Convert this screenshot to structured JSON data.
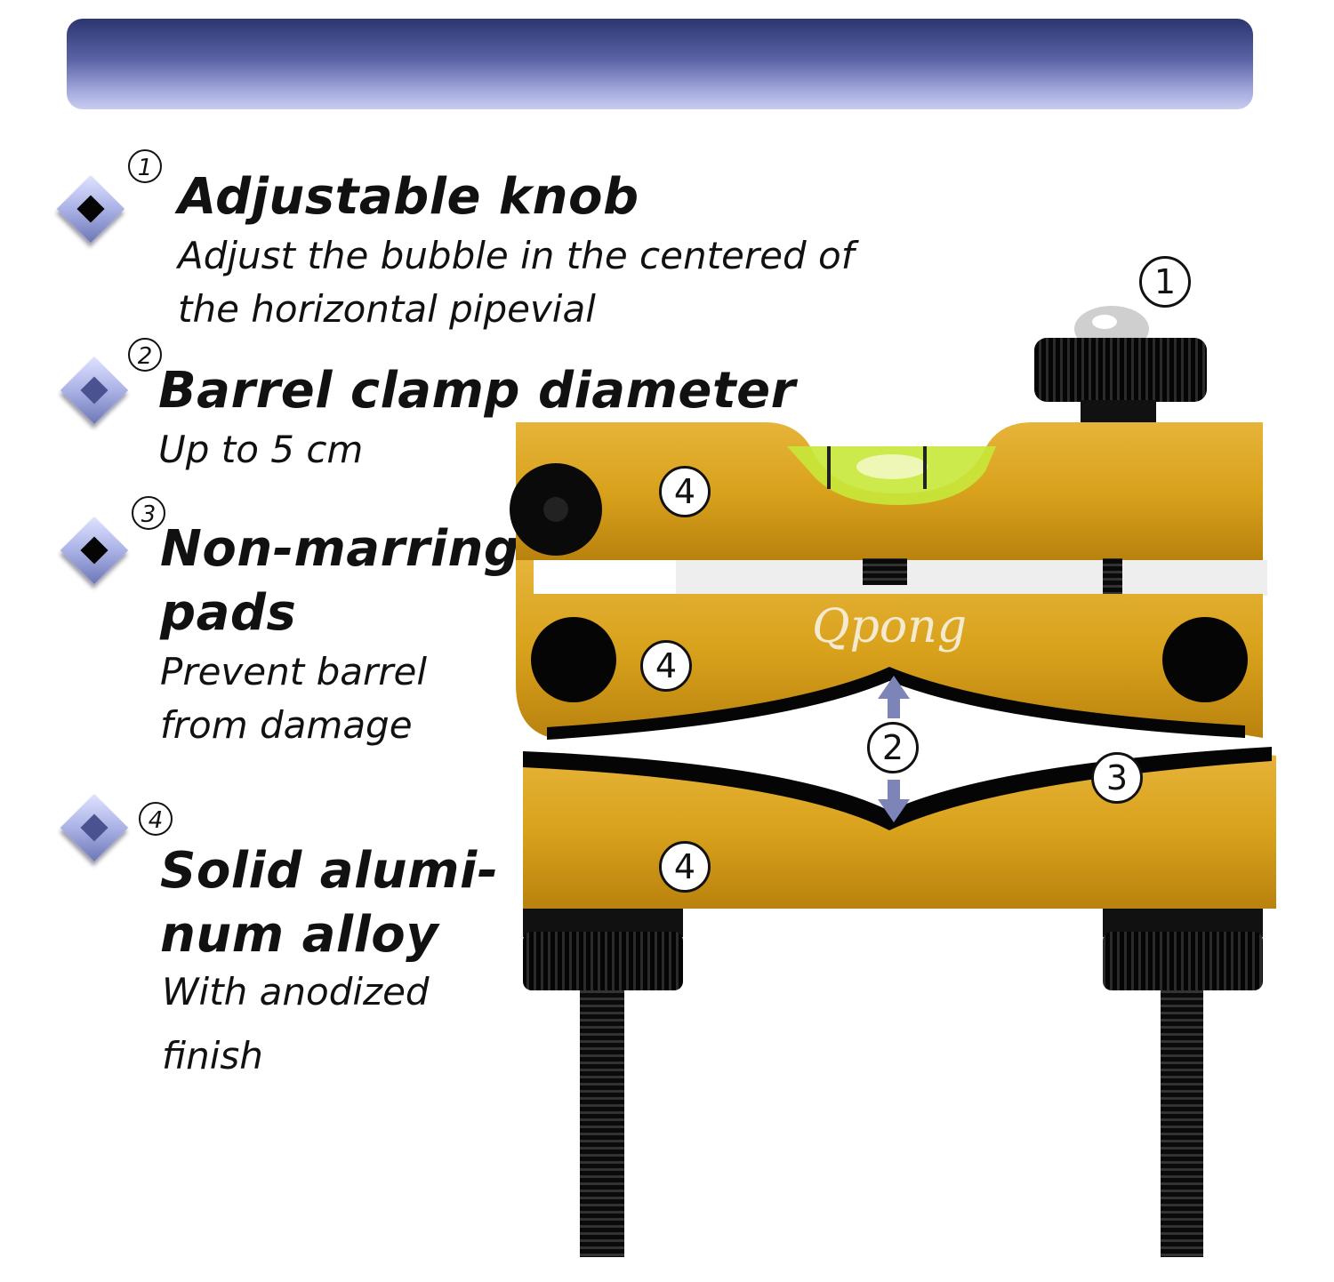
{
  "features": [
    {
      "marker": "1",
      "title": "Adjustable knob",
      "description_lines": [
        "Adjust the bubble in the centered of",
        "the horizontal pipevial"
      ]
    },
    {
      "marker": "2",
      "title": "Barrel clamp diameter",
      "description_lines": [
        "Up to 5 cm"
      ]
    },
    {
      "marker": "3",
      "title_lines": [
        "Non-marring",
        "pads"
      ],
      "description_lines": [
        "Prevent barrel",
        "from damage"
      ]
    },
    {
      "marker": "4",
      "title_lines": [
        "Solid alumi-",
        "num alloy"
      ],
      "description_lines": [
        "With anodized",
        "finish"
      ]
    }
  ],
  "product": {
    "brand": "Qpong",
    "callouts": [
      "1",
      "4",
      "4",
      "2",
      "3",
      "4"
    ],
    "colors": {
      "body": "#d9a21c",
      "body_dark": "#b9820e",
      "knob": "#111111",
      "level": "#c8e83a",
      "arrow": "#7d84b8"
    }
  },
  "colors": {
    "banner_top": "#2d3570",
    "banner_bottom": "#c9cdf0",
    "bullet": "#aab2e6"
  }
}
